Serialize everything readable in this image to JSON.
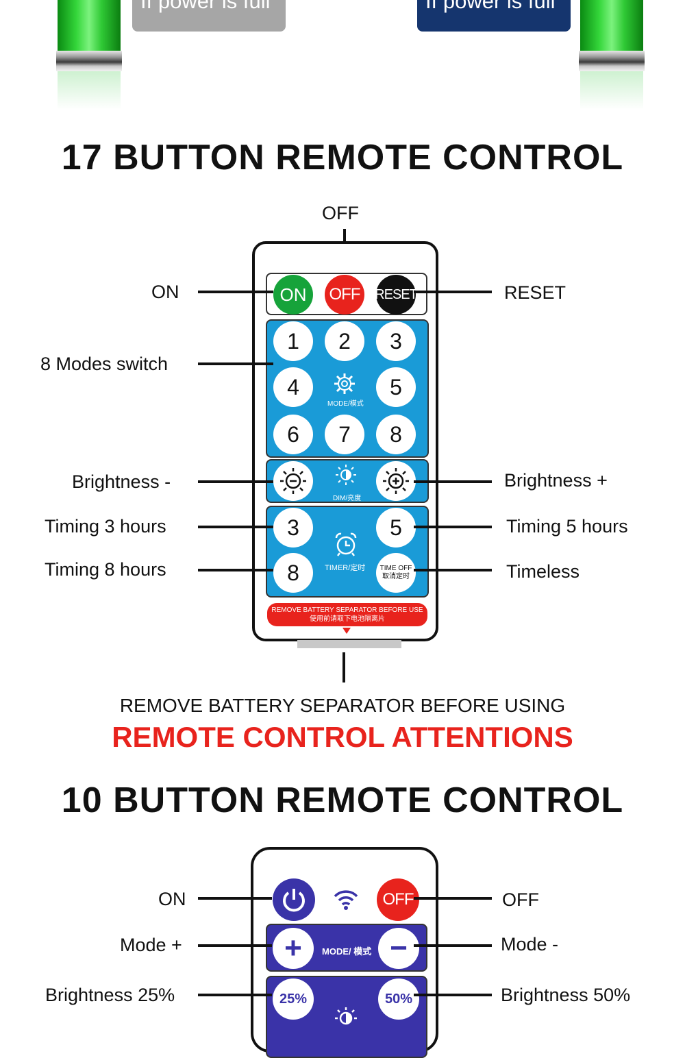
{
  "top": {
    "left_pill": "If power is full",
    "right_pill": "If power is full",
    "left_pill_color": "#a6a6a6",
    "right_pill_color": "#15356e"
  },
  "section17": {
    "title": "17 BUTTON REMOTE CONTROL",
    "labels": {
      "off": "OFF",
      "on": "ON",
      "reset": "RESET",
      "modes": "8 Modes switch",
      "brightness_minus": "Brightness -",
      "brightness_plus": "Brightness +",
      "timing3": "Timing 3 hours",
      "timing5": "Timing 5 hours",
      "timing8": "Timing 8 hours",
      "timeless": "Timeless"
    },
    "buttons": {
      "on": "ON",
      "off": "OFF",
      "reset": "RESET",
      "b1": "1",
      "b2": "2",
      "b3": "3",
      "b4": "4",
      "b5": "5",
      "b6": "6",
      "b7": "7",
      "b8": "8",
      "mode": "MODE/模式",
      "dim": "DIM/亮度",
      "t3": "3",
      "t5": "5",
      "t8": "8",
      "timer": "TIMER/定时",
      "timeoff_1": "TIME OFF",
      "timeoff_2": "取消定时"
    },
    "warning_en": "REMOVE BATTERY SEPARATOR BEFORE USE",
    "warning_cn": "使用前请取下电池隔离片",
    "remove_text": "REMOVE BATTERY SEPARATOR BEFORE USING",
    "attention": "REMOTE CONTROL ATTENTIONS",
    "attention_color": "#e8231d"
  },
  "section10": {
    "title": "10 BUTTON REMOTE CONTROL",
    "labels": {
      "on": "ON",
      "off": "OFF",
      "mode_plus": "Mode +",
      "mode_minus": "Mode -",
      "b25": "Brightness 25%",
      "b50": "Brightness 50%"
    },
    "buttons": {
      "off": "OFF",
      "mode": "MODE/ 模式",
      "plus": "+",
      "minus": "−",
      "p25": "25%",
      "p50": "50%"
    },
    "panel_color": "#3a33a8"
  }
}
